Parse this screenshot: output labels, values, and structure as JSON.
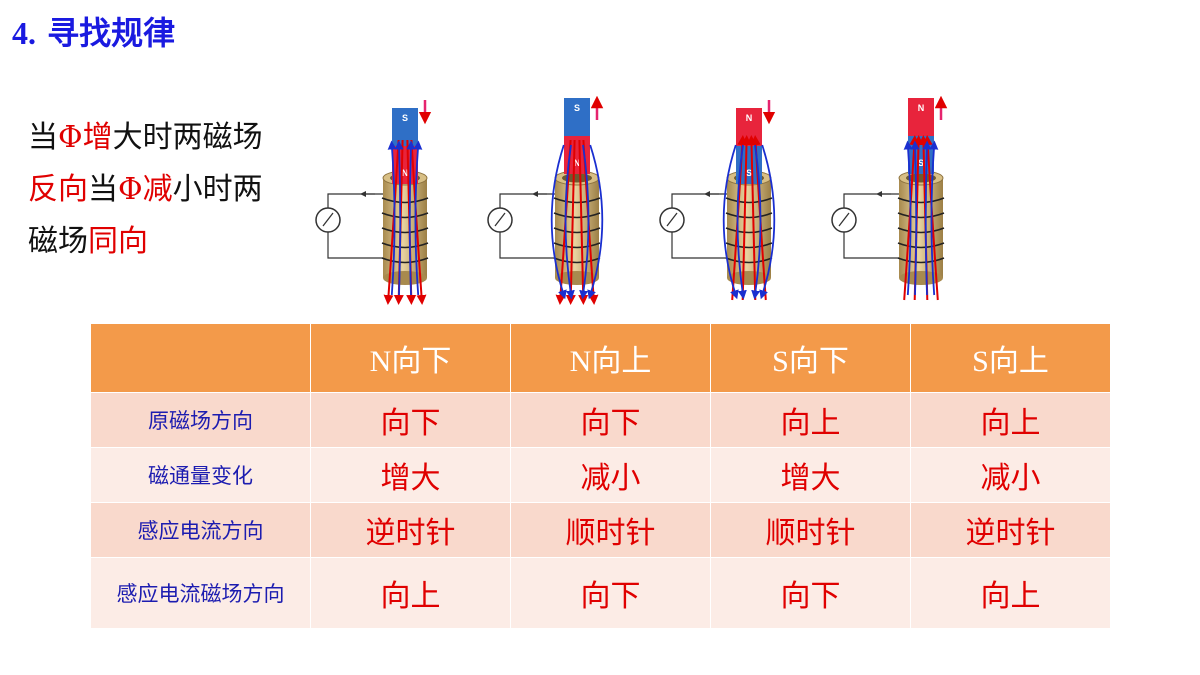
{
  "title": {
    "number": "4.",
    "text": "寻找规律"
  },
  "rule": {
    "line1": [
      {
        "t": "当",
        "red": false
      },
      {
        "t": "Φ增",
        "red": true
      },
      {
        "t": "大时两磁场",
        "red": false
      }
    ],
    "line2": [
      {
        "t": "反向",
        "red": true
      },
      {
        "t": "当",
        "red": false
      },
      {
        "t": "Φ减",
        "red": true
      },
      {
        "t": "小时两",
        "red": false
      }
    ],
    "line3": [
      {
        "t": "磁场",
        "red": false
      },
      {
        "t": "同向",
        "red": true
      }
    ]
  },
  "diagrams": [
    {
      "magnet_top": "S",
      "magnet_bottom": "N",
      "arrow": "down"
    },
    {
      "magnet_top": "S",
      "magnet_bottom": "N",
      "arrow": "up"
    },
    {
      "magnet_top": "N",
      "magnet_bottom": "S",
      "arrow": "down"
    },
    {
      "magnet_top": "N",
      "magnet_bottom": "S",
      "arrow": "up"
    }
  ],
  "colors": {
    "north": "#e8243c",
    "south": "#2f6fc6",
    "coil": "#c9a96b",
    "field_red": "#e00000",
    "field_blue": "#1a2fd0",
    "header": "#f39a4a"
  },
  "table": {
    "headers": [
      "",
      "N向下",
      "N向上",
      "S向下",
      "S向上"
    ],
    "rows": [
      {
        "label": "原磁场方向",
        "values": [
          "向下",
          "向下",
          "向上",
          "向上"
        ]
      },
      {
        "label": "磁通量变化",
        "values": [
          "增大",
          "减小",
          "增大",
          "减小"
        ]
      },
      {
        "label": "感应电流方向",
        "values": [
          "逆时针",
          "顺时针",
          "顺时针",
          "逆时针"
        ]
      },
      {
        "label": "感应电流磁场方向",
        "values": [
          "向上",
          "向下",
          "向下",
          "向上"
        ]
      }
    ]
  }
}
